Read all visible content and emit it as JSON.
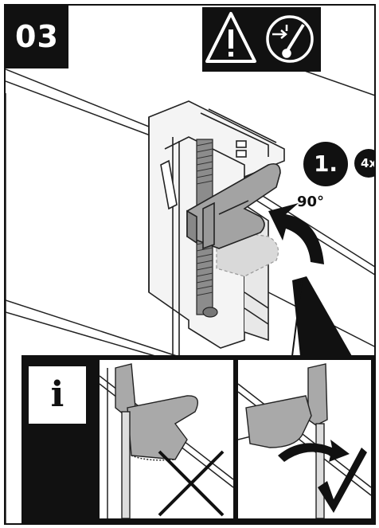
{
  "step": {
    "number": "03"
  },
  "header_icons": [
    "warning-triangle-icon",
    "power-switch-off-icon"
  ],
  "instruction": {
    "step_badge": "1.",
    "count_badge": "4x",
    "angle": "90°"
  },
  "info_panel": {
    "icon": "i",
    "wrong_mark": "cross-icon",
    "right_mark": "checkmark-icon"
  },
  "colors": {
    "ink": "#111111",
    "bracket_gray": "#9a9a9a",
    "ghost_gray": "#d0d0d0"
  }
}
